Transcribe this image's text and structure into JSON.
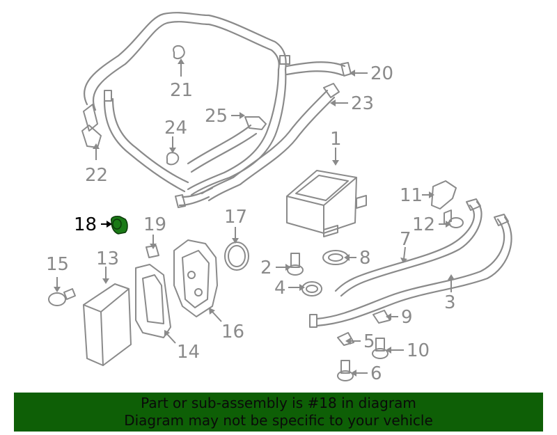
{
  "diagram": {
    "highlighted_part": "18",
    "colors": {
      "highlight": "#1a7a16",
      "part_lines": "#8a8a8a",
      "active_label": "#000000",
      "banner": "#0e5f06"
    },
    "labels": {
      "l1": "1",
      "l2": "2",
      "l3": "3",
      "l4": "4",
      "l5": "5",
      "l6": "6",
      "l7": "7",
      "l8": "8",
      "l9": "9",
      "l10": "10",
      "l11": "11",
      "l12": "12",
      "l13": "13",
      "l14": "14",
      "l15": "15",
      "l16": "16",
      "l17": "17",
      "l18": "18",
      "l19": "19",
      "l20": "20",
      "l21": "21",
      "l22": "22",
      "l23": "23",
      "l24": "24",
      "l25": "25"
    }
  },
  "banner": {
    "line1": "Part or sub-assembly is #18 in diagram",
    "line2": "Diagram may not be specific to your vehicle"
  }
}
